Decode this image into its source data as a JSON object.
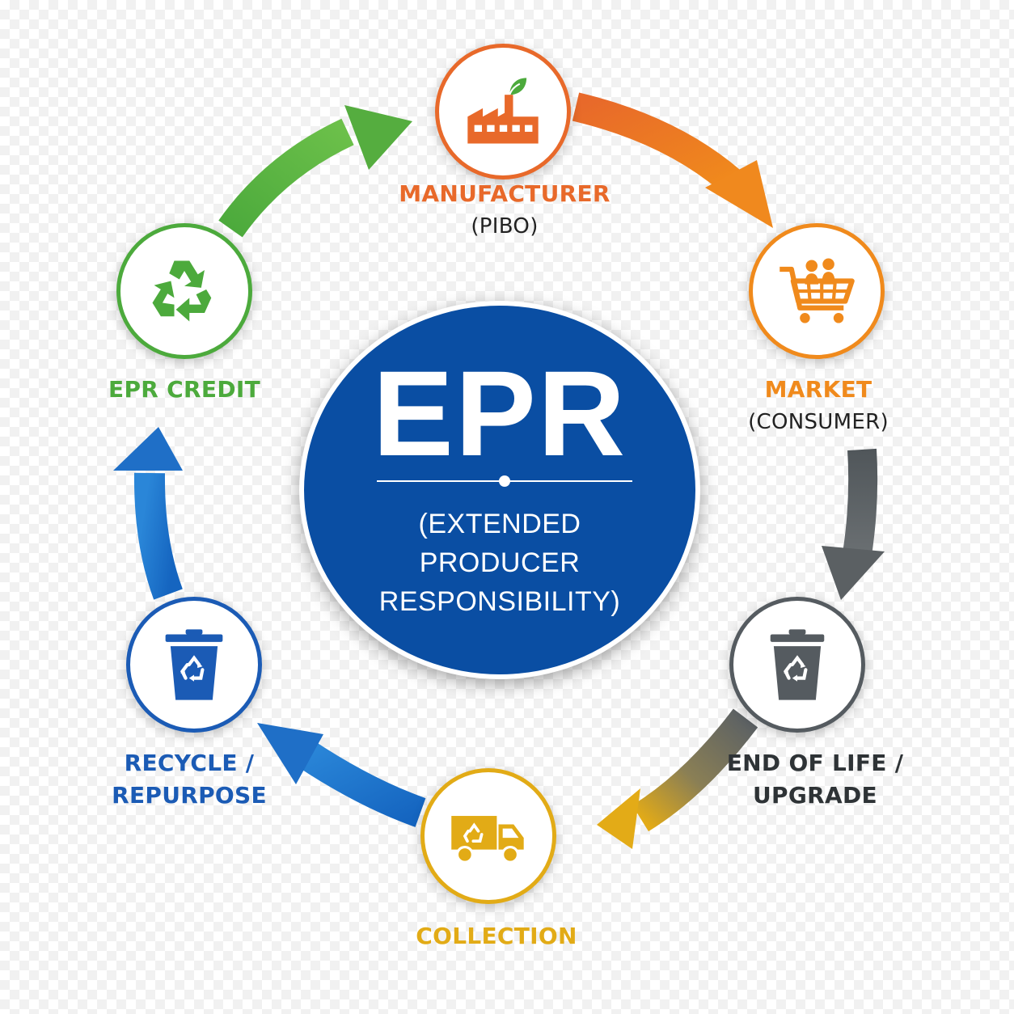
{
  "center": {
    "title": "EPR",
    "subtitle": "(EXTENDED\nPRODUCER\nRESPONSIBILITY)"
  },
  "nodes": [
    {
      "key": "manufacturer",
      "title": "MANUFACTURER",
      "sub": "(PIBO)",
      "color": "#e8692a",
      "icon": "factory-icon"
    },
    {
      "key": "market",
      "title": "MARKET",
      "sub": "(CONSUMER)",
      "color": "#f08a1c",
      "icon": "shopping-cart-icon"
    },
    {
      "key": "end-of-life",
      "title": "END OF LIFE /",
      "sub": "UPGRADE",
      "color": "#555b60",
      "icon": "trash-bin-icon"
    },
    {
      "key": "collection",
      "title": "COLLECTION",
      "sub": "",
      "color": "#e2ab16",
      "icon": "truck-icon"
    },
    {
      "key": "recycle",
      "title": "RECYCLE /",
      "sub": "REPURPOSE",
      "color": "#1b5bb5",
      "icon": "recycle-bin-icon"
    },
    {
      "key": "epr-credit",
      "title": "EPR CREDIT",
      "sub": "",
      "color": "#4caa3c",
      "icon": "recycle-icon"
    }
  ],
  "colors": {
    "center_fill": "#0a4ea3",
    "arrow_orange": "#e9702a",
    "arrow_gray": "#5f6467",
    "arrow_yellow": "#e0a91a",
    "arrow_blue": "#1c70c9",
    "arrow_green": "#55ad3f"
  }
}
